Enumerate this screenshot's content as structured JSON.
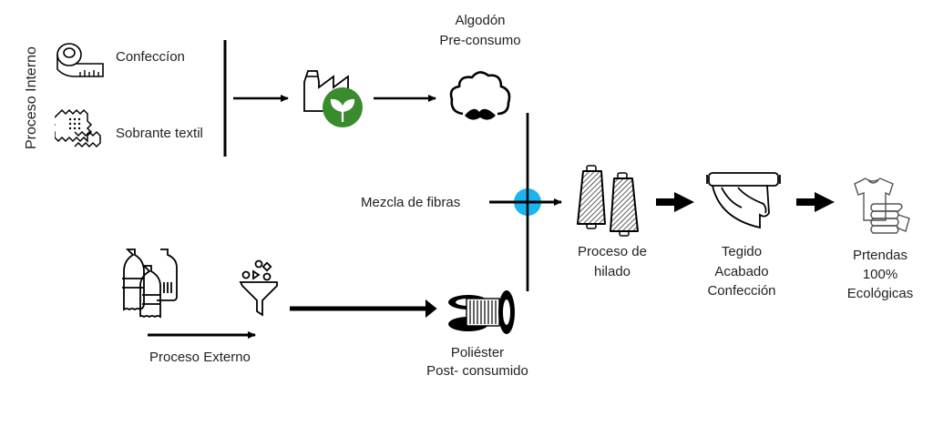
{
  "diagram": {
    "internal_group_label": "Proceso Interno",
    "internal_items": [
      {
        "label": "Confeccíon",
        "icon": "measuring-tape-icon"
      },
      {
        "label": "Sobrante textil",
        "icon": "fabric-scrap-icon"
      }
    ],
    "eco_factory_icon": "eco-factory-icon",
    "cotton": {
      "label_line1": "Algodón",
      "label_line2": "Pre-consumo",
      "icon": "cotton-icon"
    },
    "mix": {
      "label": "Mezcla de fibras",
      "junction_color": "#1ab4f0"
    },
    "external": {
      "label": "Proceso Externo",
      "bottles_icon": "plastic-bottles-icon",
      "funnel_icon": "funnel-icon"
    },
    "polyester": {
      "label_line1": "Poliéster",
      "label_line2": "Post- consumido",
      "icon": "spool-icon"
    },
    "spinning": {
      "label_line1": "Proceso de",
      "label_line2": "hilado",
      "icon": "yarn-cones-icon"
    },
    "weaving": {
      "label_line1": "Tegido",
      "label_line2": "Acabado",
      "label_line3": "Confección",
      "icon": "fabric-roll-icon"
    },
    "garments": {
      "label_line1": "Prtendas",
      "label_line2": "100%",
      "label_line3": "Ecológicas",
      "icon": "clothes-icon"
    },
    "colors": {
      "eco_green": "#3a8a2e",
      "junction_blue": "#1ab4f0",
      "line": "#000000"
    }
  }
}
